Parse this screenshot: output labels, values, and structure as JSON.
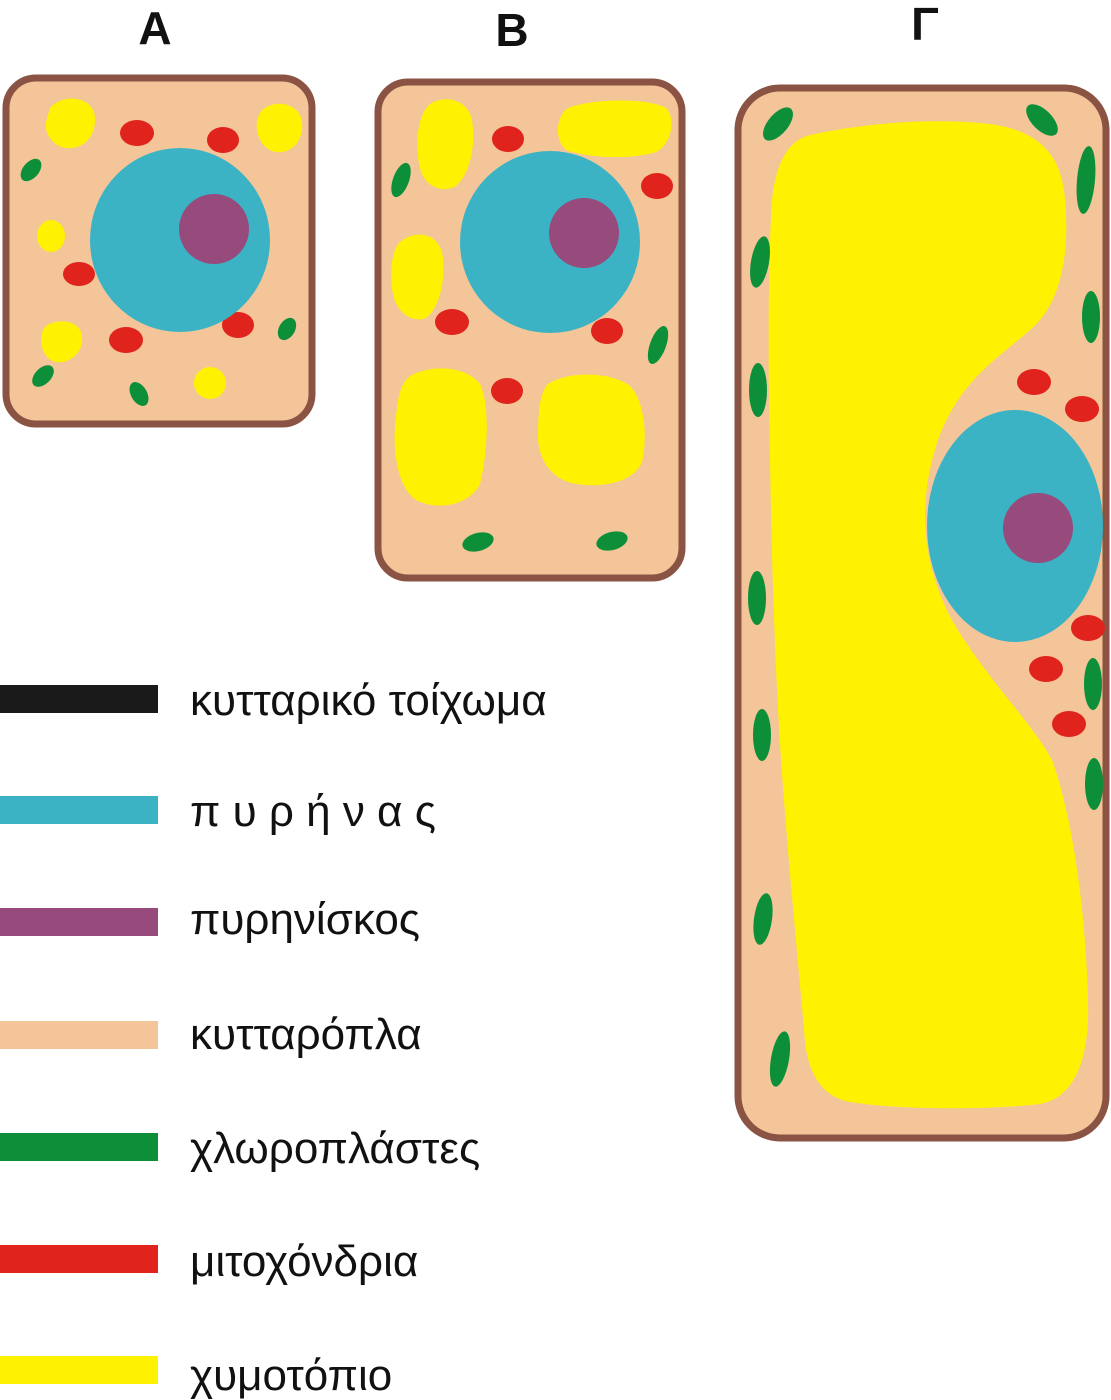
{
  "cells": [
    {
      "id": "A",
      "label": "Α"
    },
    {
      "id": "B",
      "label": "Β"
    },
    {
      "id": "C",
      "label": "Γ"
    }
  ],
  "legend": [
    {
      "key": "cell_wall",
      "label": "κυτταρικό τοίχωμα",
      "color": "#1a1a1a"
    },
    {
      "key": "nucleus",
      "label": "π υ ρ ή ν α ς",
      "color": "#3bb3c4"
    },
    {
      "key": "nucleolus",
      "label": "πυρηνίσκος",
      "color": "#974a7c"
    },
    {
      "key": "cytoplasm",
      "label": "κυτταρόπλα",
      "color": "#f4c598"
    },
    {
      "key": "chloroplasts",
      "label": "χλωροπλάστες",
      "color": "#0d8f3a"
    },
    {
      "key": "mitochondria",
      "label": "μιτοχόνδρια",
      "color": "#e0231c"
    },
    {
      "key": "vacuole",
      "label": "χυμοτόπιο",
      "color": "#fff200"
    }
  ],
  "colors": {
    "cell_wall": "#8a5343",
    "cytoplasm": "#f4c598",
    "nucleus": "#3bb3c4",
    "nucleolus": "#974a7c",
    "chloroplast": "#0d8f3a",
    "mitochondrion": "#e0231c",
    "vacuole": "#fff200"
  }
}
